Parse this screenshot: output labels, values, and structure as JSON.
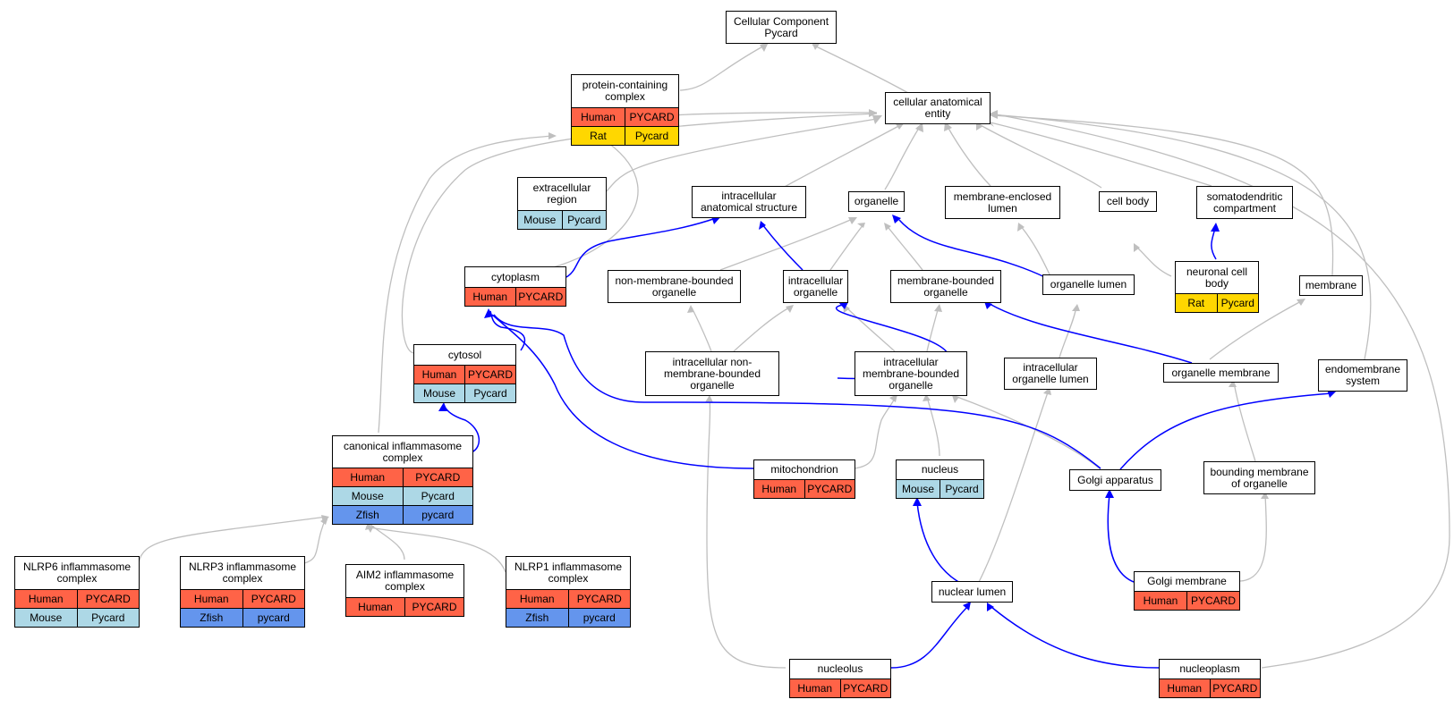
{
  "colors": {
    "human": "#ff6347",
    "mouse": "#add8e6",
    "rat": "#ffd700",
    "zfish": "#6495ed",
    "is_a_edge": "#bfbfbf",
    "part_of_edge": "#0000ff"
  },
  "nodes": {
    "root": {
      "title": "Cellular Component Pycard",
      "rows": []
    },
    "protein_complex": {
      "title": "protein-containing complex",
      "rows": [
        {
          "species": "Human",
          "gene": "PYCARD"
        },
        {
          "species": "Rat",
          "gene": "Pycard"
        }
      ]
    },
    "cae": {
      "title": "cellular anatomical entity",
      "rows": []
    },
    "extracellular": {
      "title": "extracellular region",
      "rows": [
        {
          "species": "Mouse",
          "gene": "Pycard"
        }
      ]
    },
    "ias": {
      "title": "intracellular anatomical structure",
      "rows": []
    },
    "organelle": {
      "title": "organelle",
      "rows": []
    },
    "mel": {
      "title": "membrane-enclosed lumen",
      "rows": []
    },
    "cellbody": {
      "title": "cell body",
      "rows": []
    },
    "somato": {
      "title": "somatodendritic compartment",
      "rows": []
    },
    "cytoplasm": {
      "title": "cytoplasm",
      "rows": [
        {
          "species": "Human",
          "gene": "PYCARD"
        }
      ]
    },
    "nmbo": {
      "title": "non-membrane-bounded organelle",
      "rows": []
    },
    "io": {
      "title": "intracellular organelle",
      "rows": []
    },
    "mbo": {
      "title": "membrane-bounded organelle",
      "rows": []
    },
    "olumen": {
      "title": "organelle lumen",
      "rows": []
    },
    "ncb": {
      "title": "neuronal cell body",
      "rows": [
        {
          "species": "Rat",
          "gene": "Pycard"
        }
      ]
    },
    "membrane": {
      "title": "membrane",
      "rows": []
    },
    "cytosol": {
      "title": "cytosol",
      "rows": [
        {
          "species": "Human",
          "gene": "PYCARD"
        },
        {
          "species": "Mouse",
          "gene": "Pycard"
        }
      ]
    },
    "inmbo": {
      "title": "intracellular non-membrane-bounded organelle",
      "rows": []
    },
    "imbo": {
      "title": "intracellular membrane-bounded organelle",
      "rows": []
    },
    "iol": {
      "title": "intracellular organelle lumen",
      "rows": []
    },
    "omem": {
      "title": "organelle membrane",
      "rows": []
    },
    "endo": {
      "title": "endomembrane system",
      "rows": []
    },
    "cic": {
      "title": "canonical inflammasome complex",
      "rows": [
        {
          "species": "Human",
          "gene": "PYCARD"
        },
        {
          "species": "Mouse",
          "gene": "Pycard"
        },
        {
          "species": "Zfish",
          "gene": "pycard"
        }
      ]
    },
    "mito": {
      "title": "mitochondrion",
      "rows": [
        {
          "species": "Human",
          "gene": "PYCARD"
        }
      ]
    },
    "nucleus": {
      "title": "nucleus",
      "rows": [
        {
          "species": "Mouse",
          "gene": "Pycard"
        }
      ]
    },
    "golgi": {
      "title": "Golgi apparatus",
      "rows": []
    },
    "bmo": {
      "title": "bounding membrane of organelle",
      "rows": []
    },
    "nlrp6": {
      "title": "NLRP6 inflammasome complex",
      "rows": [
        {
          "species": "Human",
          "gene": "PYCARD"
        },
        {
          "species": "Mouse",
          "gene": "Pycard"
        }
      ]
    },
    "nlrp3": {
      "title": "NLRP3 inflammasome complex",
      "rows": [
        {
          "species": "Human",
          "gene": "PYCARD"
        },
        {
          "species": "Zfish",
          "gene": "pycard"
        }
      ]
    },
    "aim2": {
      "title": "AIM2 inflammasome complex",
      "rows": [
        {
          "species": "Human",
          "gene": "PYCARD"
        }
      ]
    },
    "nlrp1": {
      "title": "NLRP1 inflammasome complex",
      "rows": [
        {
          "species": "Human",
          "gene": "PYCARD"
        },
        {
          "species": "Zfish",
          "gene": "pycard"
        }
      ]
    },
    "gmem": {
      "title": "Golgi membrane",
      "rows": [
        {
          "species": "Human",
          "gene": "PYCARD"
        }
      ]
    },
    "nlumen": {
      "title": "nuclear lumen",
      "rows": []
    },
    "nucleolus": {
      "title": "nucleolus",
      "rows": [
        {
          "species": "Human",
          "gene": "PYCARD"
        }
      ]
    },
    "nucleoplasm": {
      "title": "nucleoplasm",
      "rows": [
        {
          "species": "Human",
          "gene": "PYCARD"
        }
      ]
    }
  },
  "edges": [
    {
      "from": "protein_complex",
      "to": "root",
      "relation": "is_a"
    },
    {
      "from": "cae",
      "to": "root",
      "relation": "is_a"
    },
    {
      "from": "extracellular",
      "to": "cae",
      "relation": "is_a"
    },
    {
      "from": "ias",
      "to": "cae",
      "relation": "is_a"
    },
    {
      "from": "organelle",
      "to": "cae",
      "relation": "is_a"
    },
    {
      "from": "mel",
      "to": "cae",
      "relation": "is_a"
    },
    {
      "from": "cellbody",
      "to": "cae",
      "relation": "is_a"
    },
    {
      "from": "somato",
      "to": "cae",
      "relation": "is_a"
    },
    {
      "from": "membrane",
      "to": "cae",
      "relation": "is_a"
    },
    {
      "from": "endo",
      "to": "cae",
      "relation": "is_a"
    },
    {
      "from": "cytoplasm",
      "to": "cae",
      "relation": "is_a"
    },
    {
      "from": "cytosol",
      "to": "cae",
      "relation": "is_a"
    },
    {
      "from": "nucleoplasm",
      "to": "cae",
      "relation": "is_a"
    },
    {
      "from": "cic",
      "to": "protein_complex",
      "relation": "is_a"
    },
    {
      "from": "cytoplasm",
      "to": "ias",
      "relation": "part_of"
    },
    {
      "from": "io",
      "to": "ias",
      "relation": "part_of"
    },
    {
      "from": "nmbo",
      "to": "organelle",
      "relation": "is_a"
    },
    {
      "from": "io",
      "to": "organelle",
      "relation": "is_a"
    },
    {
      "from": "mbo",
      "to": "organelle",
      "relation": "is_a"
    },
    {
      "from": "olumen",
      "to": "organelle",
      "relation": "part_of"
    },
    {
      "from": "olumen",
      "to": "mel",
      "relation": "is_a"
    },
    {
      "from": "ncb",
      "to": "cellbody",
      "relation": "is_a"
    },
    {
      "from": "ncb",
      "to": "somato",
      "relation": "part_of"
    },
    {
      "from": "cytosol",
      "to": "cytoplasm",
      "relation": "part_of"
    },
    {
      "from": "mito",
      "to": "cytoplasm",
      "relation": "part_of"
    },
    {
      "from": "golgi",
      "to": "cytoplasm",
      "relation": "part_of"
    },
    {
      "from": "inmbo",
      "to": "nmbo",
      "relation": "is_a"
    },
    {
      "from": "inmbo",
      "to": "io",
      "relation": "is_a"
    },
    {
      "from": "imbo",
      "to": "io",
      "relation": "is_a"
    },
    {
      "from": "iol",
      "to": "io",
      "relation": "part_of"
    },
    {
      "from": "imbo",
      "to": "mbo",
      "relation": "is_a"
    },
    {
      "from": "omem",
      "to": "mbo",
      "relation": "part_of"
    },
    {
      "from": "iol",
      "to": "olumen",
      "relation": "is_a"
    },
    {
      "from": "omem",
      "to": "membrane",
      "relation": "is_a"
    },
    {
      "from": "cic",
      "to": "cytosol",
      "relation": "part_of"
    },
    {
      "from": "nucleolus",
      "to": "inmbo",
      "relation": "is_a"
    },
    {
      "from": "mito",
      "to": "imbo",
      "relation": "is_a"
    },
    {
      "from": "nucleus",
      "to": "imbo",
      "relation": "is_a"
    },
    {
      "from": "golgi",
      "to": "imbo",
      "relation": "is_a"
    },
    {
      "from": "nlumen",
      "to": "iol",
      "relation": "is_a"
    },
    {
      "from": "bmo",
      "to": "omem",
      "relation": "is_a"
    },
    {
      "from": "golgi",
      "to": "endo",
      "relation": "part_of"
    },
    {
      "from": "nlrp6",
      "to": "cic",
      "relation": "is_a"
    },
    {
      "from": "nlrp3",
      "to": "cic",
      "relation": "is_a"
    },
    {
      "from": "aim2",
      "to": "cic",
      "relation": "is_a"
    },
    {
      "from": "nlrp1",
      "to": "cic",
      "relation": "is_a"
    },
    {
      "from": "nlumen",
      "to": "nucleus",
      "relation": "part_of"
    },
    {
      "from": "gmem",
      "to": "golgi",
      "relation": "part_of"
    },
    {
      "from": "gmem",
      "to": "bmo",
      "relation": "is_a"
    },
    {
      "from": "nucleolus",
      "to": "nlumen",
      "relation": "part_of"
    },
    {
      "from": "nucleoplasm",
      "to": "nlumen",
      "relation": "part_of"
    }
  ]
}
